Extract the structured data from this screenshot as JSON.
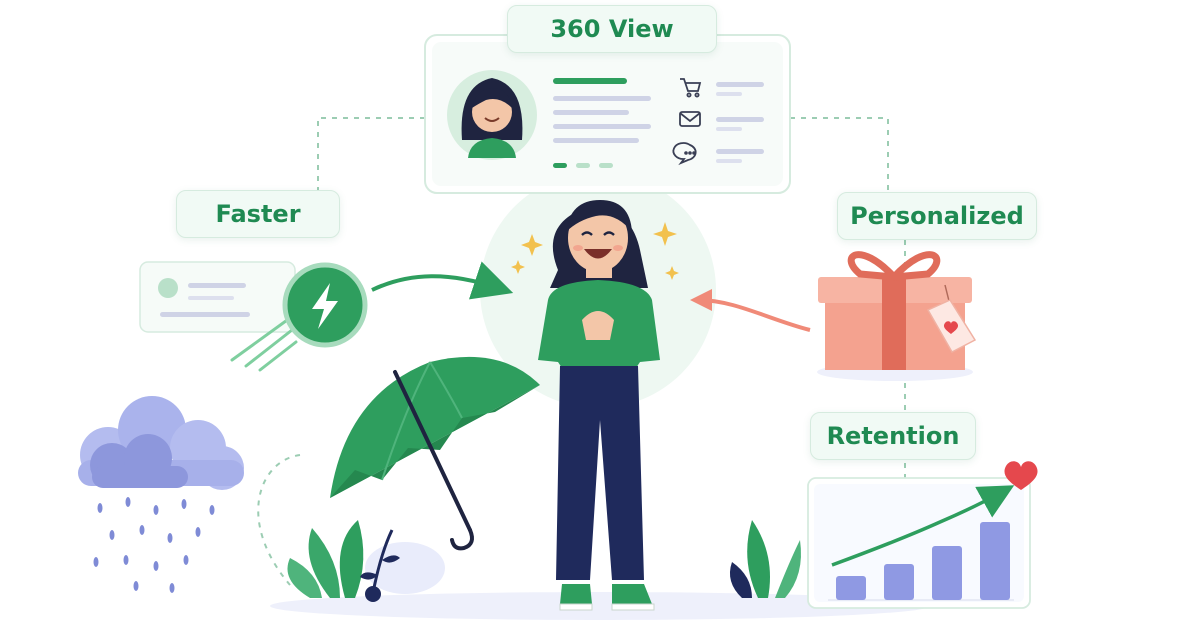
{
  "labels": {
    "view360": "360 View",
    "faster": "Faster",
    "personalized": "Personalized",
    "retention": "Retention"
  },
  "colors": {
    "brand_green": "#2e9e5e",
    "label_text": "#1f8a52",
    "pants_navy": "#1f2a5c",
    "gift_coral": "#f08a78",
    "heart_red": "#e5484d",
    "cloud_blue": "#8d97dc",
    "bar_blue": "#8f99e3"
  },
  "icons": [
    "cart-icon",
    "mail-icon",
    "chat-icon",
    "lightning-icon",
    "heart-icon",
    "sparkle-icon"
  ],
  "retention_chart": {
    "type": "bar",
    "values": [
      2,
      3,
      4.5,
      6.5
    ],
    "trend": "up"
  }
}
